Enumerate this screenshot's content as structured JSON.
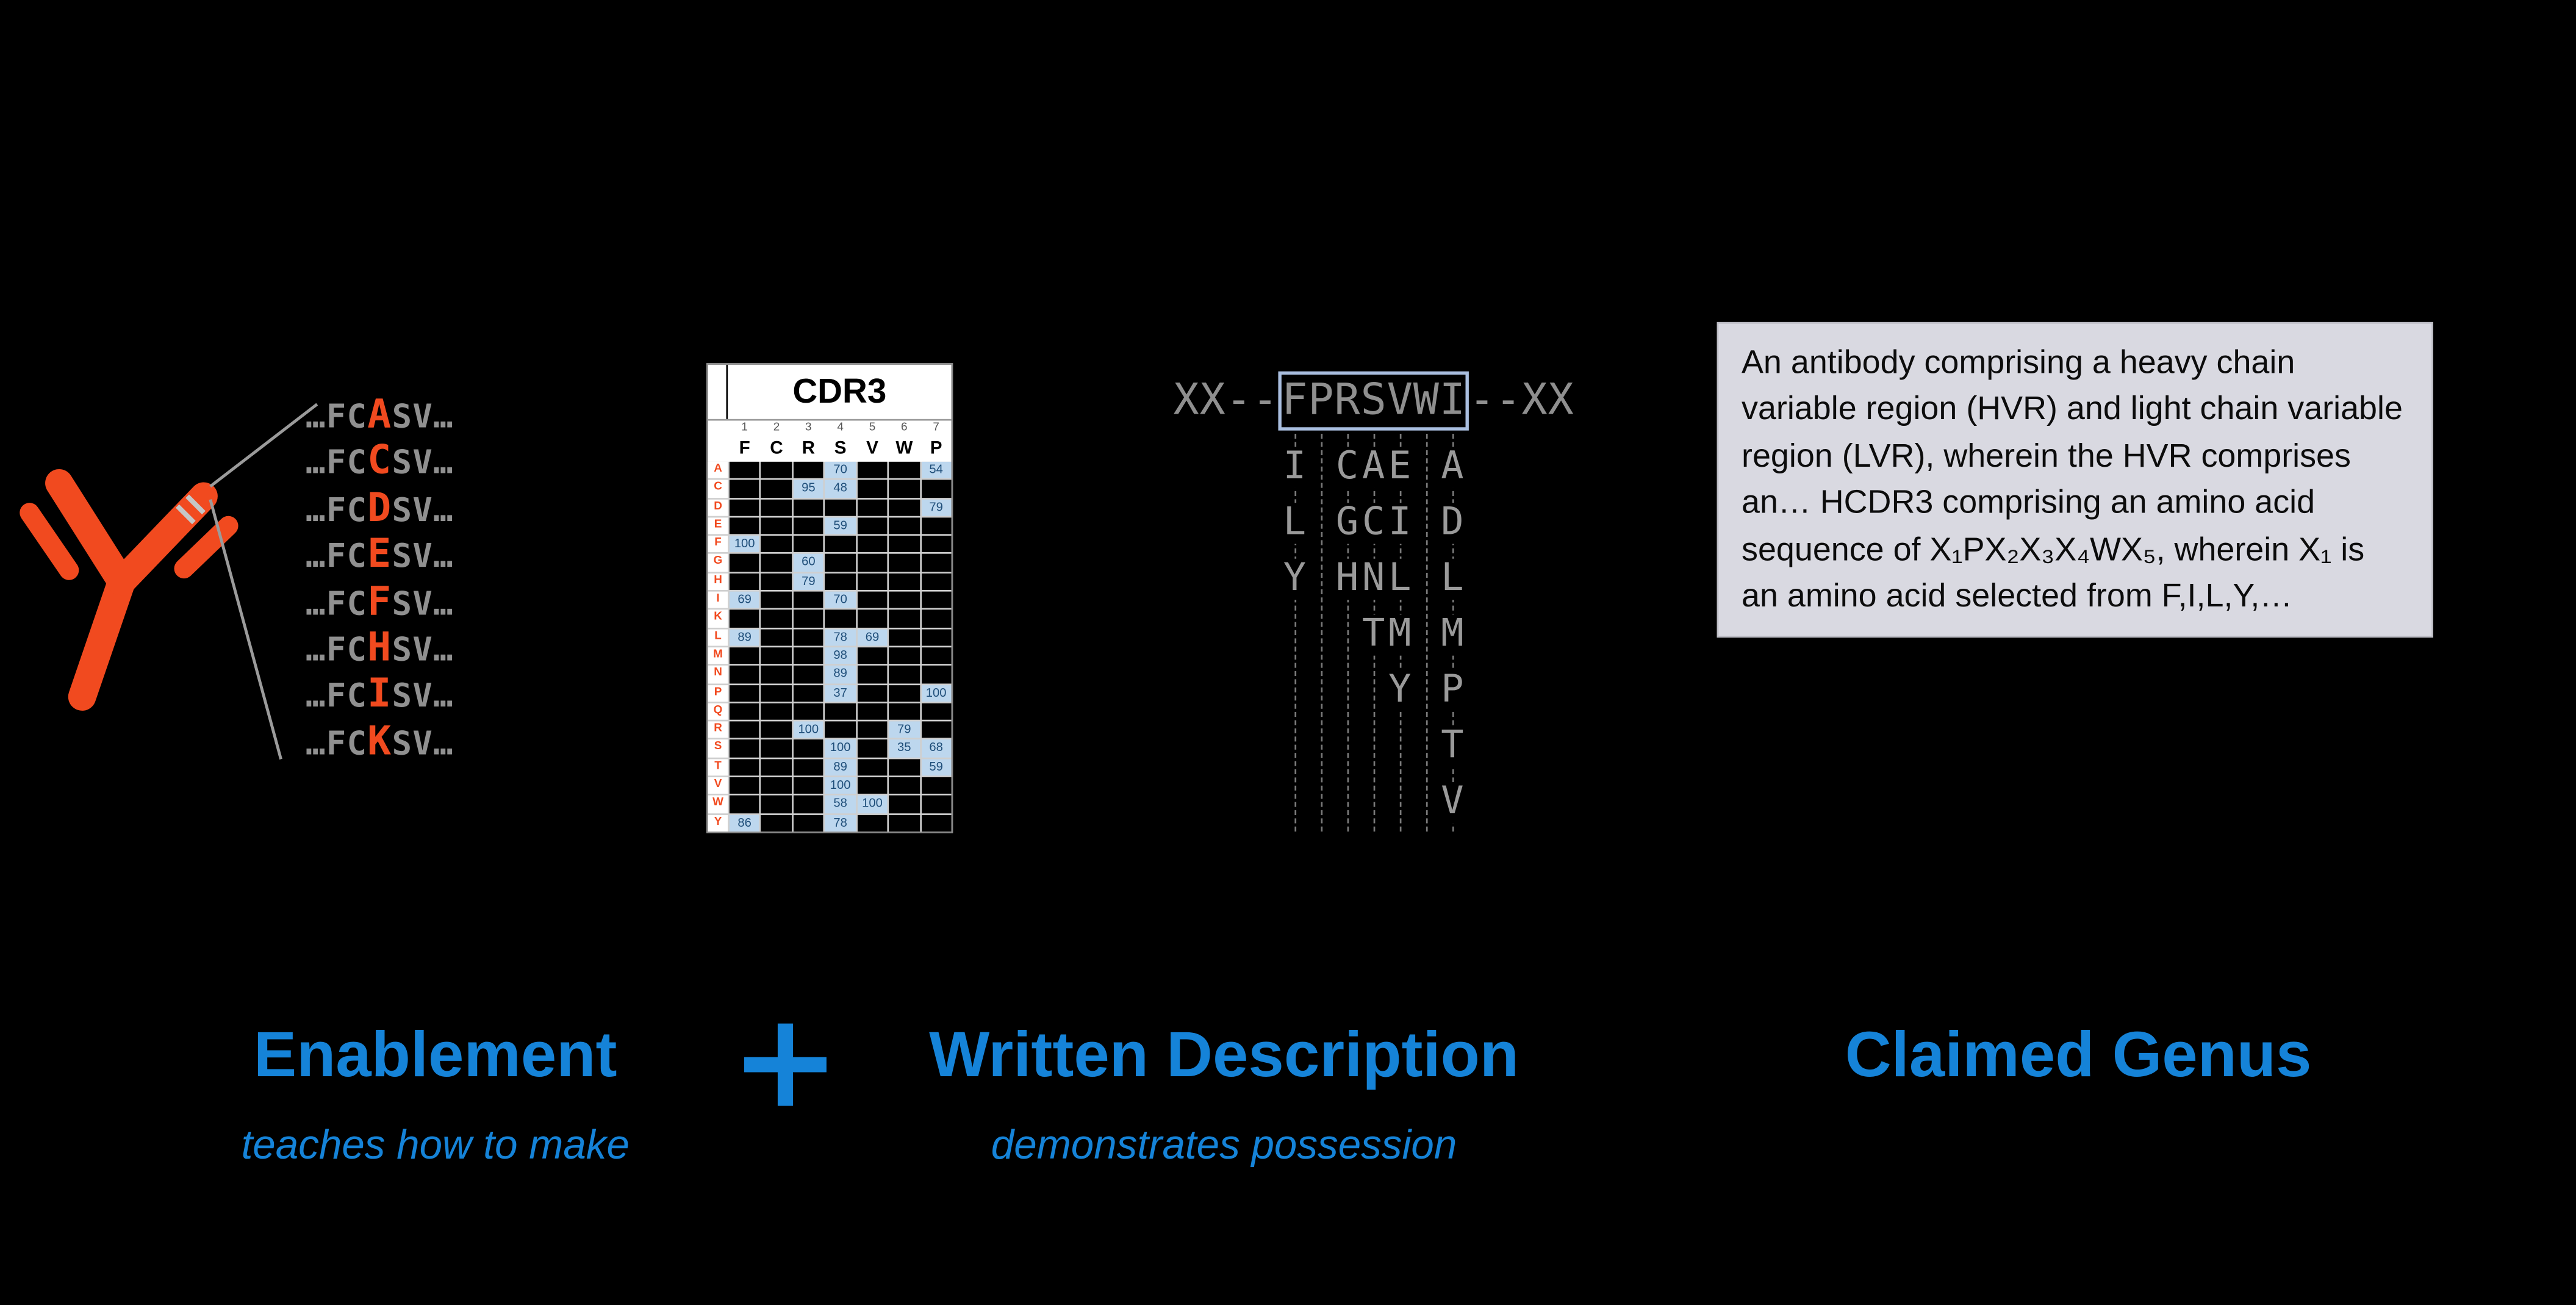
{
  "colors": {
    "background": "#000000",
    "accent_blue": "#1583d8",
    "antibody_orange": "#f14a1f",
    "sequence_gray": "#909090",
    "table_highlight_cell": "#bdd7ee",
    "table_number_blue": "#1f4e79",
    "claim_box_bg": "#d9d9e1"
  },
  "sequence_panel": {
    "rows": [
      {
        "pre": "…FC",
        "highlight": "A",
        "post": "SV…"
      },
      {
        "pre": "…FC",
        "highlight": "C",
        "post": "SV…"
      },
      {
        "pre": "…FC",
        "highlight": "D",
        "post": "SV…"
      },
      {
        "pre": "…FC",
        "highlight": "E",
        "post": "SV…"
      },
      {
        "pre": "…FC",
        "highlight": "F",
        "post": "SV…"
      },
      {
        "pre": "…FC",
        "highlight": "H",
        "post": "SV…"
      },
      {
        "pre": "…FC",
        "highlight": "I",
        "post": "SV…"
      },
      {
        "pre": "…FC",
        "highlight": "K",
        "post": "SV…"
      }
    ]
  },
  "cdr3_table": {
    "title": "CDR3",
    "column_numbers": [
      "1",
      "2",
      "3",
      "4",
      "5",
      "6",
      "7"
    ],
    "column_letters": [
      "F",
      "C",
      "R",
      "S",
      "V",
      "W",
      "P"
    ],
    "row_labels": [
      "A",
      "C",
      "D",
      "E",
      "F",
      "G",
      "H",
      "I",
      "K",
      "L",
      "M",
      "N",
      "P",
      "Q",
      "R",
      "S",
      "T",
      "V",
      "W",
      "Y"
    ],
    "cells": [
      [
        null,
        null,
        null,
        70,
        null,
        null,
        54
      ],
      [
        null,
        null,
        95,
        48,
        null,
        null,
        null
      ],
      [
        null,
        null,
        null,
        null,
        null,
        null,
        79
      ],
      [
        null,
        null,
        null,
        59,
        null,
        null,
        null
      ],
      [
        100,
        null,
        null,
        null,
        null,
        null,
        null
      ],
      [
        null,
        null,
        60,
        null,
        null,
        null,
        null
      ],
      [
        null,
        null,
        79,
        null,
        null,
        null,
        null
      ],
      [
        69,
        null,
        null,
        70,
        null,
        null,
        null
      ],
      [
        null,
        null,
        null,
        null,
        null,
        null,
        null
      ],
      [
        89,
        null,
        null,
        78,
        69,
        null,
        null
      ],
      [
        null,
        null,
        null,
        98,
        null,
        null,
        null
      ],
      [
        null,
        null,
        null,
        89,
        null,
        null,
        null
      ],
      [
        null,
        null,
        null,
        37,
        null,
        null,
        100
      ],
      [
        null,
        null,
        null,
        null,
        null,
        null,
        null
      ],
      [
        null,
        null,
        100,
        null,
        null,
        79,
        null
      ],
      [
        null,
        null,
        null,
        100,
        null,
        35,
        68
      ],
      [
        null,
        null,
        null,
        89,
        null,
        null,
        59
      ],
      [
        null,
        null,
        null,
        100,
        null,
        null,
        null
      ],
      [
        null,
        null,
        null,
        58,
        100,
        null,
        null
      ],
      [
        86,
        null,
        null,
        78,
        null,
        null,
        null
      ]
    ]
  },
  "motif": {
    "left_flank": "XX--",
    "core": "FPRSVWI",
    "right_flank": "--XX",
    "alternatives": [
      {
        "position": "F",
        "letters": [
          "I",
          "L",
          "Y"
        ]
      },
      {
        "position": "P",
        "letters": []
      },
      {
        "position": "R",
        "letters": [
          "C",
          "G",
          "H"
        ]
      },
      {
        "position": "S",
        "letters": [
          "A",
          "C",
          "N",
          "T"
        ]
      },
      {
        "position": "V",
        "letters": [
          "E",
          "I",
          "L",
          "M",
          "Y"
        ]
      },
      {
        "position": "W",
        "letters": []
      },
      {
        "position": "I",
        "letters": [
          "A",
          "D",
          "L",
          "M",
          "P",
          "T",
          "V"
        ]
      }
    ]
  },
  "claim_box": {
    "text": "An antibody comprising a heavy chain variable region (HVR) and light chain variable region (LVR), wherein the HVR comprises an… HCDR3 comprising an amino acid sequence of X₁PX₂X₃X₄WX₅, wherein X₁ is an amino acid selected from F,I,L,Y,…"
  },
  "captions": {
    "enablement": {
      "title": "Enablement",
      "subtitle": "teaches how to make"
    },
    "plus": "+",
    "written_description": {
      "title": "Written Description",
      "subtitle": "demonstrates possession"
    },
    "claimed_genus": {
      "title": "Claimed Genus"
    }
  }
}
